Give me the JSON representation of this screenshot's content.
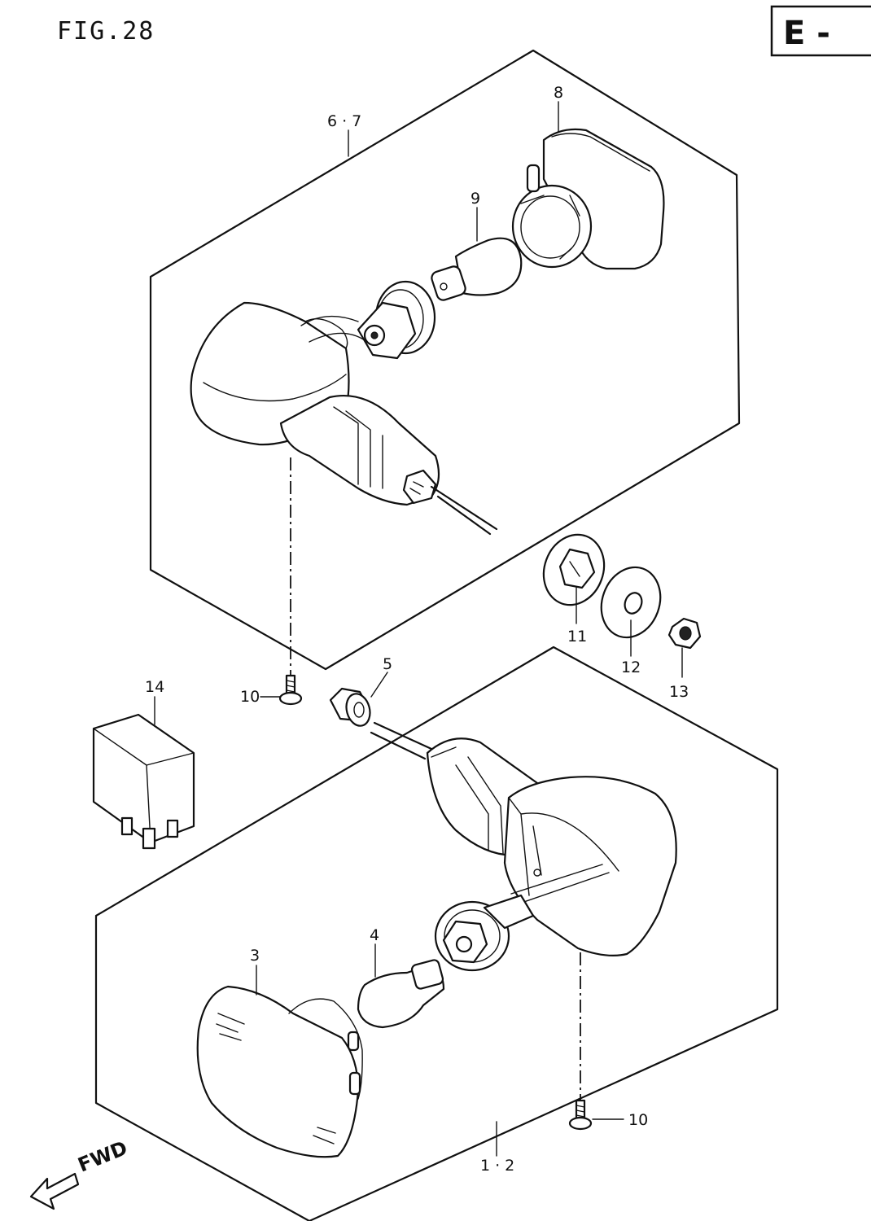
{
  "figure_label": "FIG.28",
  "section_badge": "E -",
  "direction_label": "FWD",
  "callouts": {
    "upper_assembly": "6·7",
    "lens_8": "8",
    "bulb_9": "9",
    "nut_11": "11",
    "washer_12": "12",
    "nut_13": "13",
    "relay_14": "14",
    "screw_10_upper": "10",
    "nut_5": "5",
    "lens_3": "3",
    "bulb_4": "4",
    "screw_10_lower": "10",
    "lower_assembly": "1·2"
  }
}
